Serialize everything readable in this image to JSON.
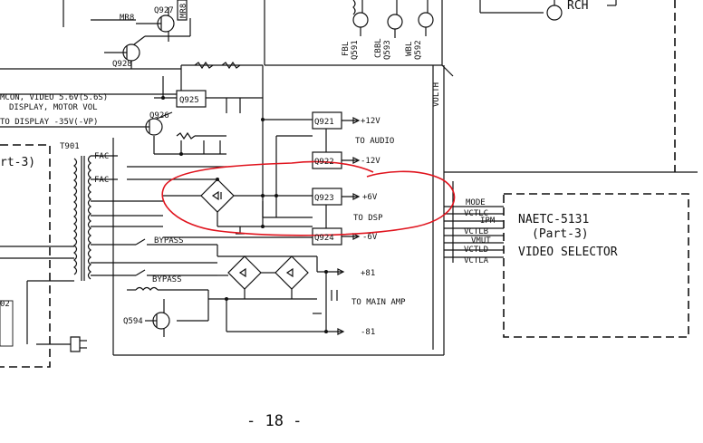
{
  "transistors": {
    "q927": "Q927",
    "q928": "Q928",
    "q925": "Q925",
    "q926": "Q926",
    "q921": "Q921",
    "q922": "Q922",
    "q923": "Q923",
    "q924": "Q924",
    "q594": "Q594",
    "q591": "Q591",
    "q593": "Q593",
    "q592": "Q592"
  },
  "labels": {
    "mr8": "MR8",
    "mr8_vert": "MR8",
    "mcon_video": "MCON, VIDEO 5.6V(5.6S)",
    "display_motor": "DISPLAY, MOTOR VOL",
    "to_display": "TO DISPLAY -35V(-VP)",
    "t901": "T901",
    "fac1": "FAC",
    "fac2": "FAC",
    "part3_left": "rt-3)",
    "p12v": "+12V",
    "to_audio": "TO AUDIO",
    "m12v": "-12V",
    "p6v": "+6V",
    "to_dsp": "TO DSP",
    "m6v": "-6V",
    "bypass1": "BYPASS",
    "bypass2": "BYPASS",
    "p81": "+81",
    "to_main_amp": "TO MAIN AMP",
    "m81": "-81",
    "volth": "VOLTH",
    "fbl": "FBL",
    "cbbl": "CBBL",
    "wbl": "WBL",
    "rch": "RCH",
    "ref_02": "02"
  },
  "connector_pins": [
    "MODE",
    "VCTLC",
    "IPM",
    "VCTLB",
    "VMUT",
    "VCTLD",
    "VCTLA"
  ],
  "selector_block": {
    "line1": "NAETC-5131",
    "line2": "(Part-3)",
    "line3": "VIDEO SELECTOR"
  },
  "page": {
    "number": "- 18 -"
  }
}
